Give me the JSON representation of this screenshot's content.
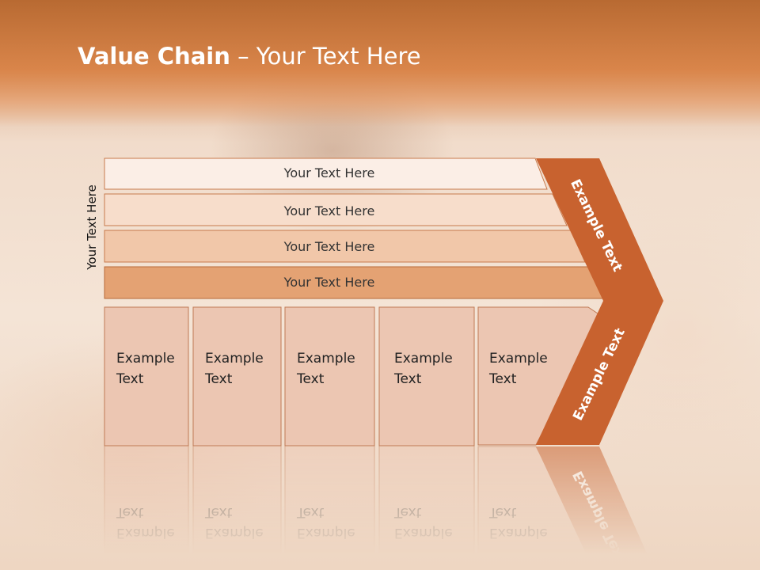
{
  "slide": {
    "title_bold": "Value Chain",
    "title_rest": " – Your Text Here",
    "vertical_label": "Your Text Here"
  },
  "support_bars": [
    "Your Text Here",
    "Your Text Here",
    "Your Text Here",
    "Your Text Here"
  ],
  "primary_boxes": [
    [
      "Example",
      "Text"
    ],
    [
      "Example",
      "Text"
    ],
    [
      "Example",
      "Text"
    ],
    [
      "Example",
      "Text"
    ],
    [
      "Example",
      "Text"
    ]
  ],
  "arrow": {
    "upper_label": "Example Text",
    "lower_label": "Example Text"
  },
  "colors": {
    "header": "#d9854a",
    "arrow": "#c8622f",
    "bar_fills": [
      "#fbeee6",
      "#f7ddcb",
      "#f1c7a9",
      "#e4a273"
    ],
    "bar_strokes": [
      "#c77a4c",
      "#c77a4c",
      "#c77a4c",
      "#b86a38"
    ],
    "box_fill": "#ecc6b2",
    "box_stroke": "#c07a55"
  }
}
